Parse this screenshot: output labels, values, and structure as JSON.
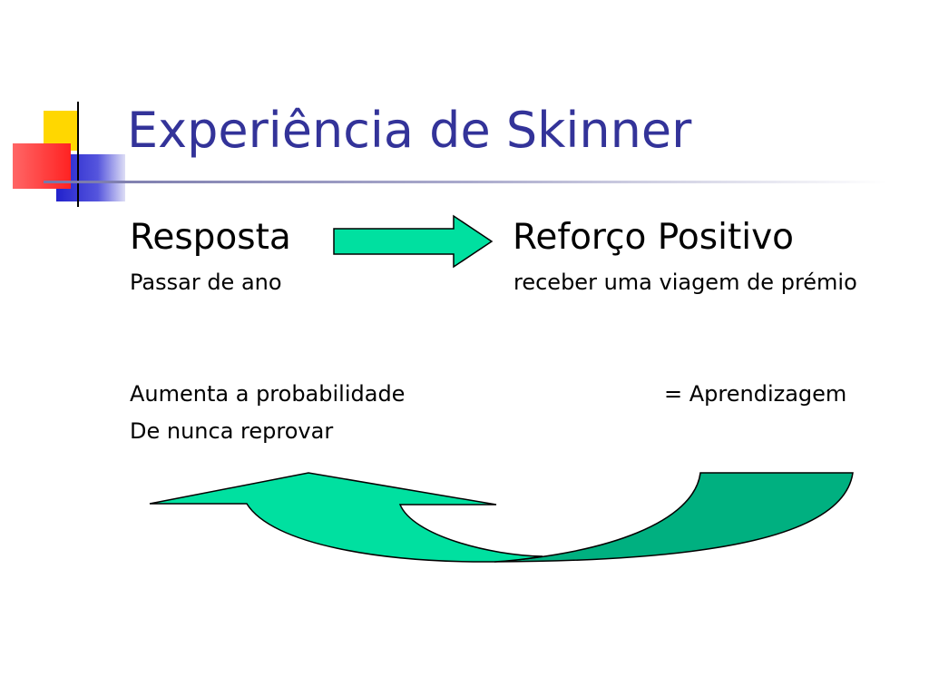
{
  "slide": {
    "title": "Experiência de Skinner",
    "response_heading": "Resposta",
    "reinforcement_heading": "Reforço Positivo",
    "response_example": "Passar de ano",
    "reinforcement_example": "receber uma viagem de prémio",
    "effect_line_1": "Aumenta a probabilidade",
    "effect_line_2": "De nunca reprovar",
    "result": "= Aprendizagem"
  },
  "colors": {
    "title": "#333399",
    "arrow_fill": "#00E0A0",
    "arrow_shade": "#00B080",
    "arrow_stroke": "#000000",
    "deco_yellow": "#FFD700",
    "deco_red": "#FF3333",
    "deco_blue": "#2B2BD9"
  },
  "icons": {
    "logo": "overlapping-squares-crosshair-logo",
    "right_arrow": "right-block-arrow",
    "curved_arrow": "curved-return-arrow"
  }
}
